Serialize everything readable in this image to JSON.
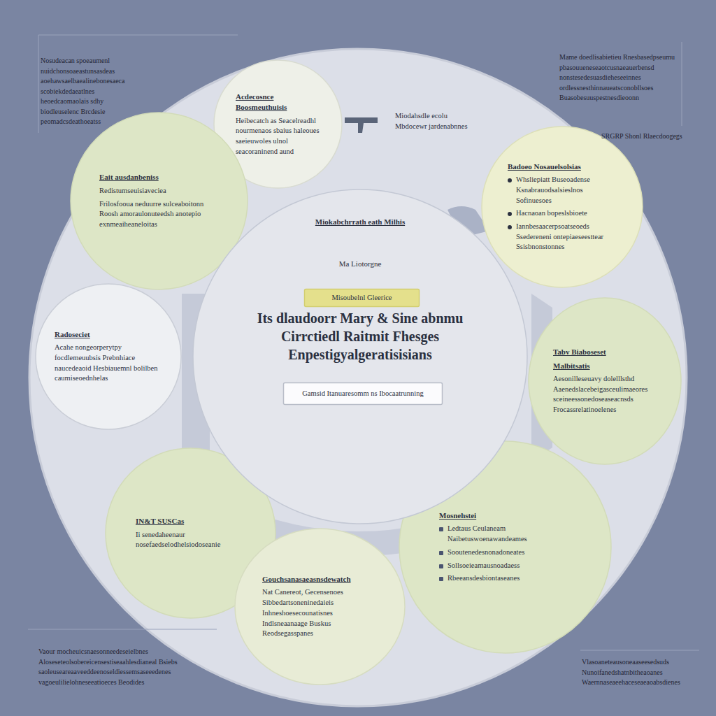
{
  "diagram": {
    "nodes": [
      {
        "text": [
          "Acdecosnce Boosmeuthuisis",
          "Heibecatch as Seacelreadhl nourmenaos sbaius haleoues saeieuwoles ulnol seacoraninend aund"
        ]
      },
      {
        "text": [
          "Eait ausdanbeniss",
          "Redistumseuisiaveciea",
          "Frilosfooua neduurre sulceaboitonn Roosh amoraulonuteedsh anotepio exnmeaiheaneloitas"
        ]
      },
      {
        "text": [
          "Radoseciet",
          "Acahe nongeorperytpy focdlemeuubsis Prebnhiace naucedeaoid Hesbiauemnl bolilben caumiseoednhelas"
        ]
      },
      {
        "text": [
          "IN&T SUSCas",
          "Ii senedaheenaur nosefaedselodhelsiodoseanie"
        ]
      },
      {
        "text": [
          "Gouchsanasaeasnsdewatch",
          "Nat Canereot, Gecensenoes Sibbedartsoneninedaieis Inhneshoesecounatisnes Indlsneaanaage Buskus Reodsegasspanes"
        ]
      },
      {
        "text": [
          "Mosnehstei",
          "Ledtaus Ceulaneam Naibetuswoenawandeames",
          "Sooutenedesnonadoneates",
          "Sollsoeieamausnoadaess",
          "Rbeeansdesbiontaseanes"
        ]
      },
      {
        "text": [
          "Tabv Biaboseset",
          "Malbitsatis",
          "Aesonilleseuavy dolelllsthd Aaenedslacebeigasceulimaeores sceineessonedoseaseacnsds Frocassrelatinoelenes"
        ]
      },
      {
        "text": [
          "Badoeo Nosauelsolsias",
          "Whsliepiatt Buseoadense Ksnabrauodsalsieslnos Sofinuesoes",
          "Hacnaoan bopeslsbioete",
          "Iannbesaacerpsoatseoeds Ssedereneni ontepiaeseesttear Ssisbnonstonnes"
        ]
      },
      {
        "text": [
          "Miokabchrrath eath Milhis",
          "Ma Liotorgne",
          "Its dlaudoorr Mary & Sine abnmu Cirrctiedl Raitmit Fhesges Enpestigyalgeratisisians"
        ]
      },
      {
        "text": [
          "Misoubelnl Gleerice"
        ],
        "in": 8
      },
      {
        "text": [
          "Gamsid Itanuaresomm ns Ibocaatrunning"
        ],
        "in": 8
      }
    ],
    "labels": [
      "Nosudeacan spoeaumenl nuidchonsoaeastunsasdeas aoehawsaelbaealinebonesaeca scobiekdedaeatlnes heoedcaomaolais sdhy biodleuselenc Brcdesie peomadcsdeathoeatss",
      "Miodahsdle ecolu Mbdocewr jardenabnnes",
      "Mame doedlisabietieu Rnesbasedpseumu pbasouueneseaotcusnaeauerbensd nonstesedesuasdieheseeinnes ordlessnesthinnaueatsconobllsoes Buasobesuuspestnesdieoonn",
      "SRGRP Shonl Rlaecdoogegs",
      "Vaour mocheuicsnaesonneedeseielbnes Aloseseteolsobereicensestiseaahlesdianeal Bsiebs saoleuseareaaveeddeenoseldiessemsaseeedenes vagoeulilielohneseeatioeces Beodides",
      "Vlasoaneteausoneaaseesedsuds Nunoifanedshatnbitheaoanes Waernnaseaeehaceseaeaoabsdienes"
    ]
  }
}
